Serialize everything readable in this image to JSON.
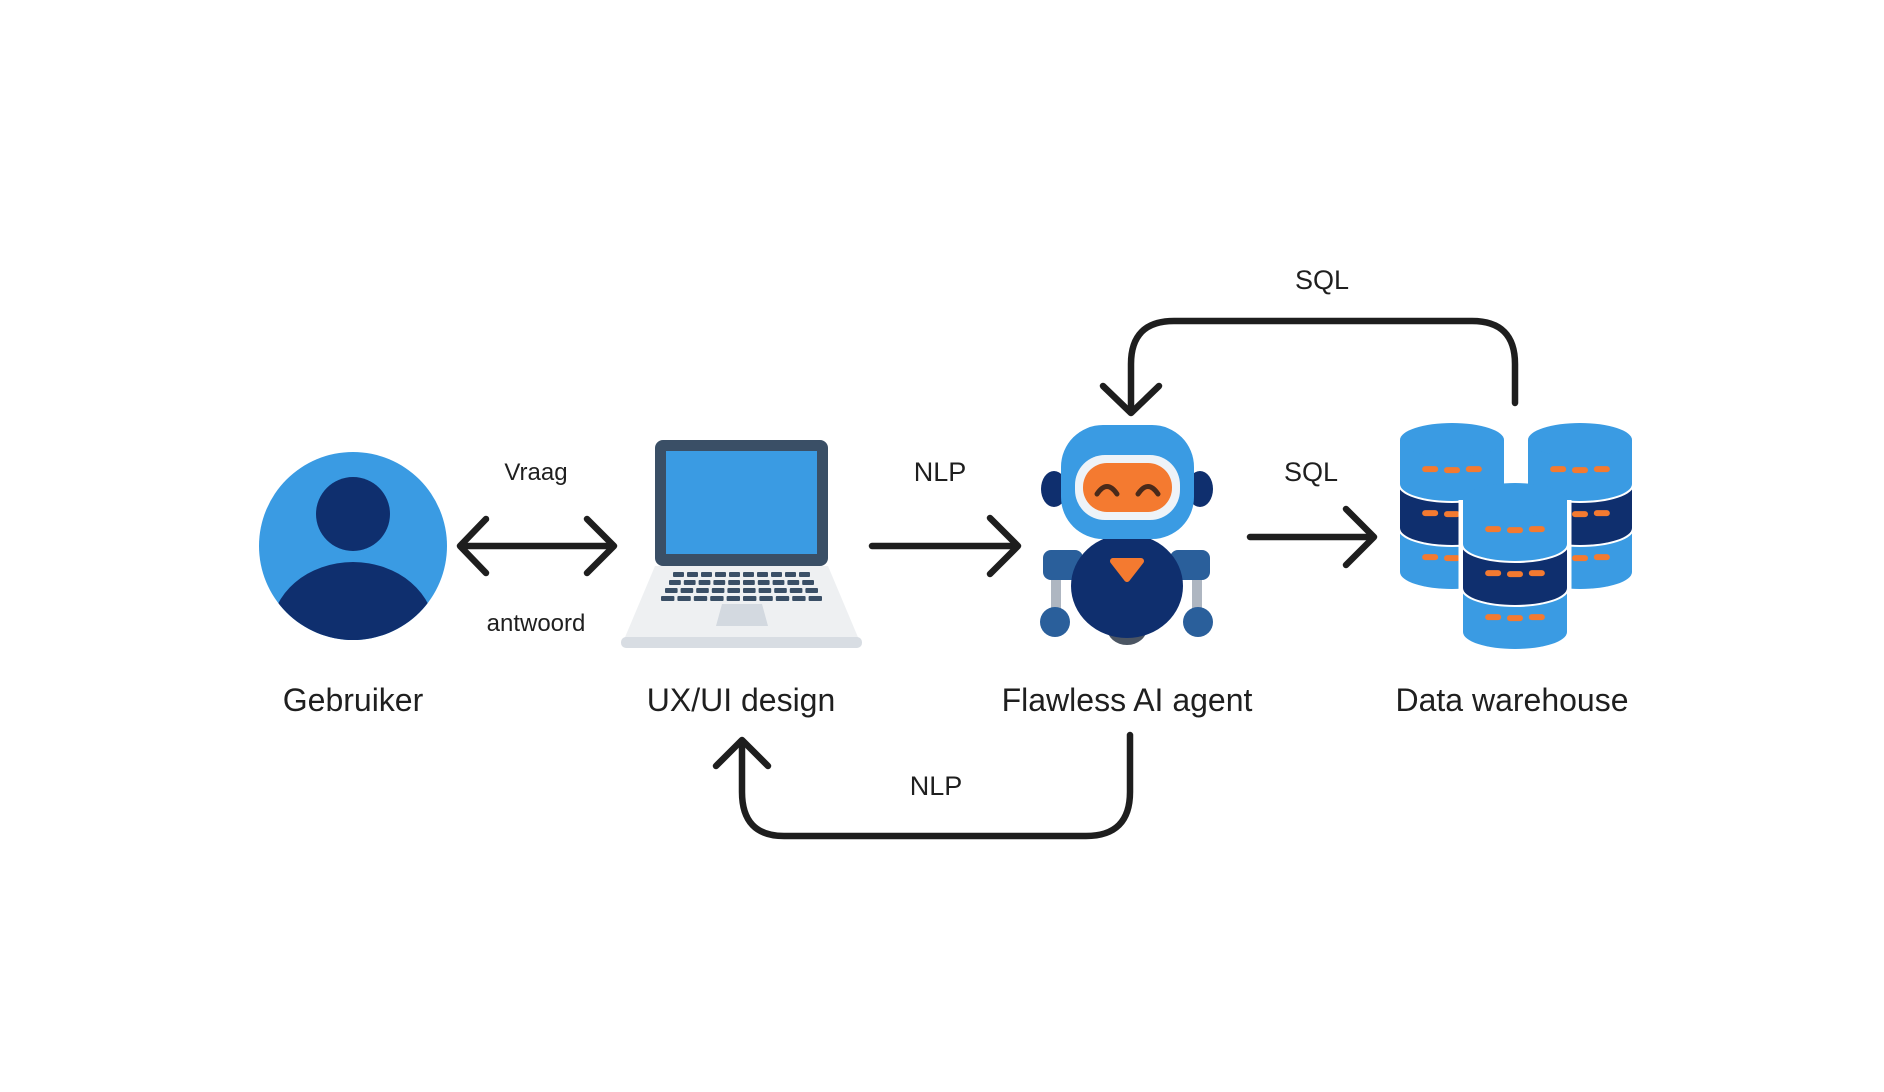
{
  "nodes": {
    "user": {
      "label": "Gebruiker",
      "icon": "user-icon"
    },
    "ui": {
      "label": "UX/UI design",
      "icon": "laptop-icon"
    },
    "agent": {
      "label": "Flawless AI agent",
      "icon": "robot-icon"
    },
    "warehouse": {
      "label": "Data warehouse",
      "icon": "database-icon"
    }
  },
  "edges": {
    "user_ui_top": "Vraag",
    "user_ui_bottom": "antwoord",
    "ui_agent": "NLP",
    "agent_warehouse": "SQL",
    "warehouse_agent": "SQL",
    "agent_ui": "NLP"
  },
  "colors": {
    "light_blue": "#3a9be3",
    "dark_blue": "#0f2f6e",
    "orange": "#f47a30",
    "arrow": "#1e1e1e"
  }
}
